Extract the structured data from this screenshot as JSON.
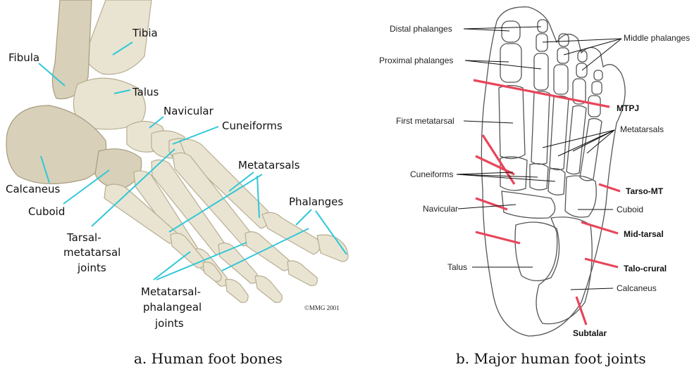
{
  "panel_a": {
    "labels": {
      "tibia": "Tibia",
      "fibula": "Fibula",
      "talus": "Talus",
      "navicular": "Navicular",
      "cuneiforms": "Cuneiforms",
      "metatarsals": "Metatarsals",
      "phalanges": "Phalanges",
      "calcaneus": "Calcaneus",
      "cuboid": "Cuboid",
      "tmj_line1": "Tarsal-",
      "tmj_line2": "metatarsal",
      "tmj_line3": "joints",
      "mpj_line1": "Metatarsal-",
      "mpj_line2": "phalangeal",
      "mpj_line3": "joints"
    },
    "copyright": "©MMG 2001",
    "caption": "a. Human foot bones",
    "label_color": "#30c8d8"
  },
  "panel_b": {
    "labels": {
      "distal_phalanges": "Distal phalanges",
      "middle_phalanges": "Middle phalanges",
      "proximal_phalanges": "Proximal phalanges",
      "first_metatarsal": "First metatarsal",
      "metatarsals": "Metatarsals",
      "cuneiforms": "Cuneiforms",
      "navicular": "Navicular",
      "cuboid": "Cuboid",
      "talus": "Talus",
      "calcaneus": "Calcaneus"
    },
    "joints": {
      "mtpj": "MTPJ",
      "tarso_mt": "Tarso-MT",
      "mid_tarsal": "Mid-tarsal",
      "talo_crural": "Talo-crural",
      "subtalar": "Subtalar"
    },
    "caption": "b. Major human foot joints",
    "joint_color": "#e8455a"
  }
}
